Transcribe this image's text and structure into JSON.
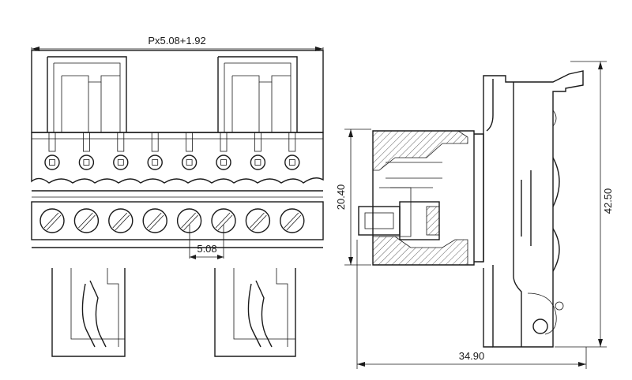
{
  "dimensions": {
    "overall_width": "Px5.08+1.92",
    "pitch": "5.08",
    "height_front": "20.40",
    "height_total": "42.50",
    "depth": "34.90"
  },
  "front_view": {
    "pin_count": 8
  },
  "colors": {
    "line": "#1a1a1a",
    "background": "#ffffff"
  }
}
